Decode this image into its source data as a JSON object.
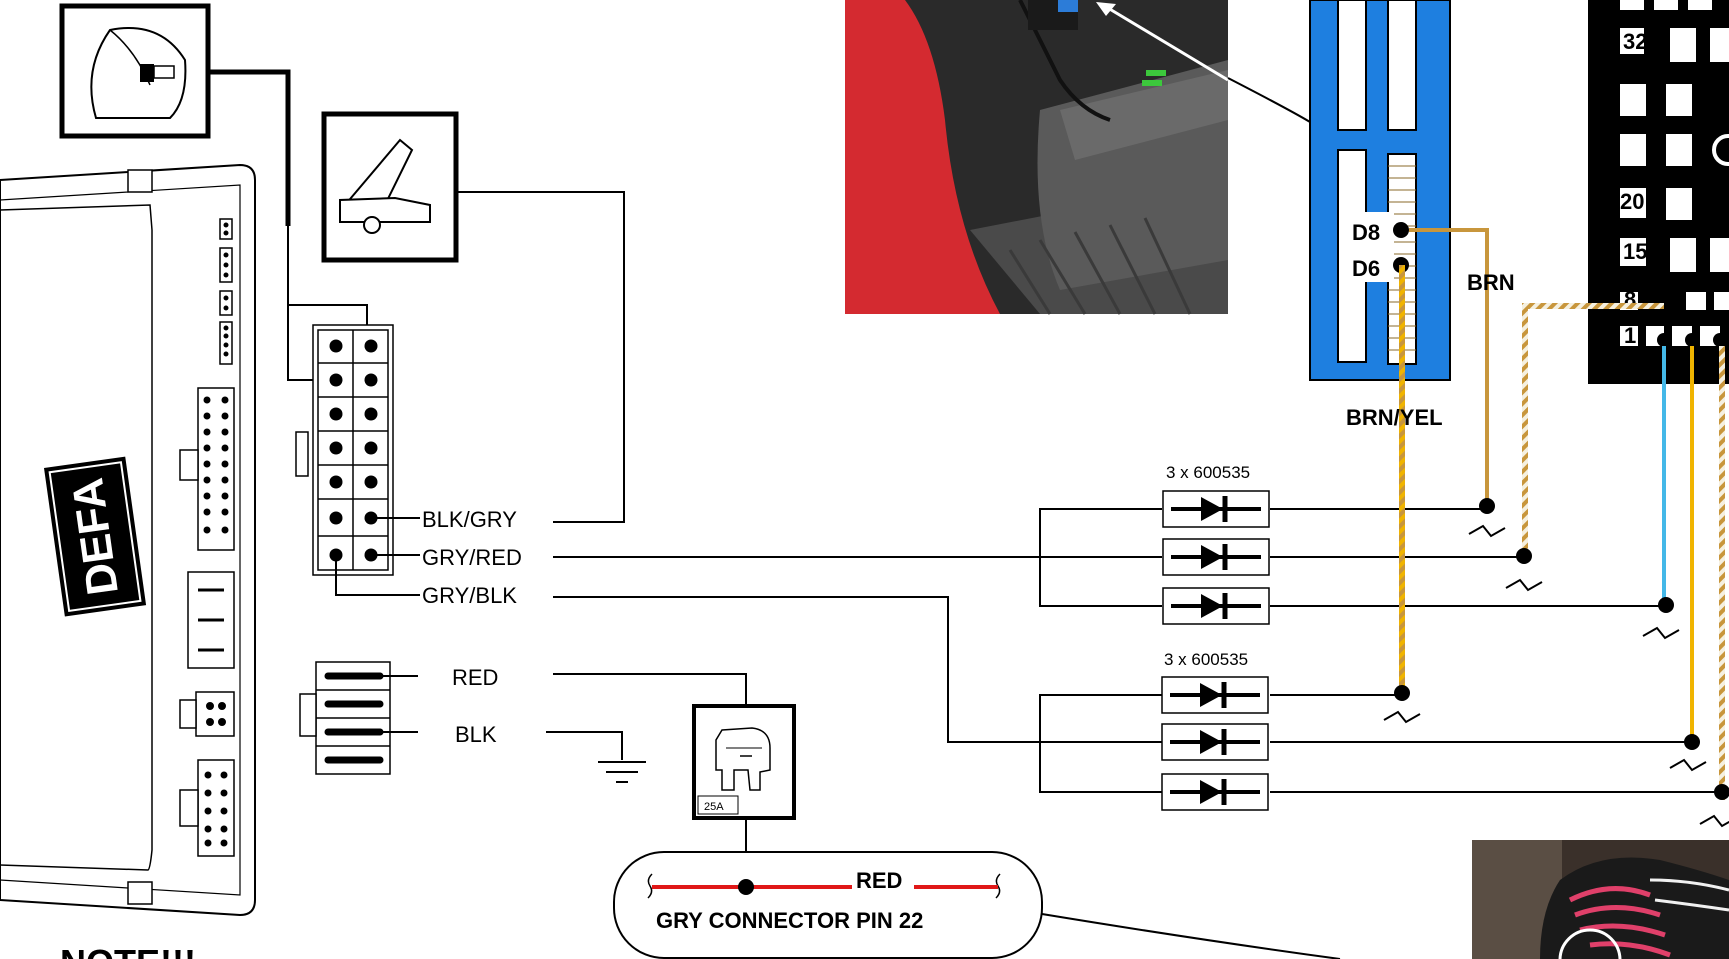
{
  "colors": {
    "connector_blue": "#1e7fe0",
    "brown": "#c8963c",
    "yellow": "#f0b400",
    "light_blue": "#44b8e8",
    "red_wire": "#e01818",
    "car_red": "#d42a30"
  },
  "main_connector": {
    "pin_labels": [
      "BLK/GRY",
      "GRY/RED",
      "GRY/BLK"
    ]
  },
  "power_connector": {
    "red_label": "RED",
    "blk_label": "BLK"
  },
  "defa_unit": {
    "logo_text": "DEFA"
  },
  "fuse": {
    "rating": "25A"
  },
  "connector_pin22": {
    "wire_label": "RED",
    "title": "GRY CONNECTOR PIN 22"
  },
  "diode_groups": [
    {
      "label": "3 x 600535"
    },
    {
      "label": "3 x 600535"
    }
  ],
  "blue_connector": {
    "pins": [
      "D8",
      "D6"
    ],
    "wire_labels": {
      "d8": "BRN",
      "d6": "BRN/YEL"
    }
  },
  "black_connector": {
    "pin_numbers": [
      "32",
      "20",
      "15",
      "8",
      "1"
    ]
  },
  "note_text": "NOTE!!!",
  "icons": [
    "hood-switch-icon",
    "door-handle-icon",
    "ground-symbol-icon",
    "fuse-icon"
  ]
}
